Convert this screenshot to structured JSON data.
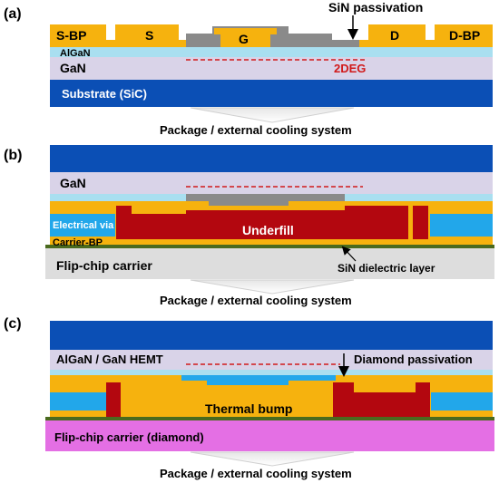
{
  "panel_a": {
    "tag": "(a)",
    "sbp": "S-BP",
    "source": "S",
    "gate": "G",
    "drain": "D",
    "dbp": "D-BP",
    "algan": "AlGaN",
    "gan": "GaN",
    "twodeg": "2DEG",
    "substrate": "Substrate (SiC)",
    "sin_passivation": "SiN passivation",
    "package": "Package / external cooling system"
  },
  "panel_b": {
    "tag": "(b)",
    "gan": "GaN",
    "electrical_via": "Electrical via",
    "underfill": "Underfill",
    "carrier_bp": "Carrier-BP",
    "flip_chip_carrier": "Flip-chip carrier",
    "sin_dielectric": "SiN dielectric layer",
    "package": "Package / external cooling system"
  },
  "panel_c": {
    "tag": "(c)",
    "hemt": "AlGaN / GaN HEMT",
    "diamond_passivation": "Diamond passivation",
    "thermal_bump": "Thermal bump",
    "flip_chip_carrier": "Flip-chip carrier (diamond)",
    "package": "Package / external cooling system"
  },
  "colors": {
    "substrate": "#0b4fb5",
    "gan": "#d9d3e8",
    "algan": "#a9dff0",
    "metal": "#f6b20e",
    "sin": "#8a8a8a",
    "twodeg": "#d11a1a",
    "via": "#22a7ea",
    "underfill": "#b3070f",
    "dielectric": "#4a6a1e",
    "carrier_gray": "#dddddd",
    "carrier_diamond": "#e46fe4",
    "diamond_passivation": "#22a7ea"
  }
}
